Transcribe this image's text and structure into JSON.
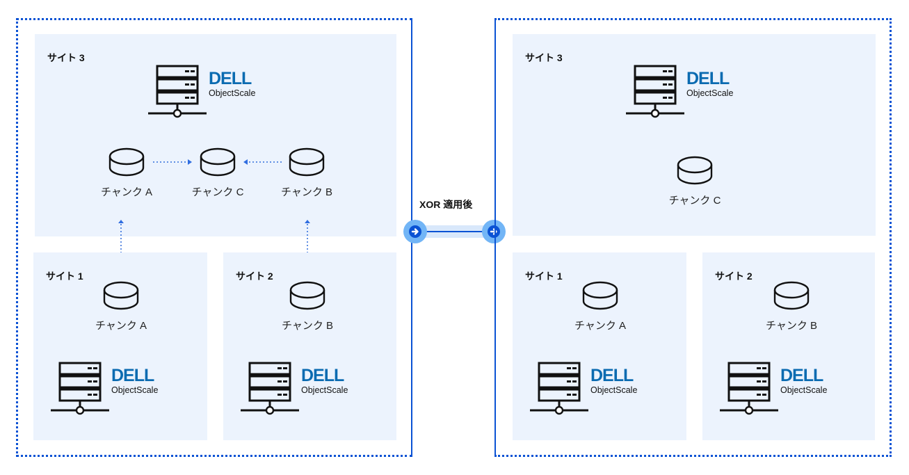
{
  "colors": {
    "frame": "#0a52d4",
    "panel": "#ecf3fd",
    "dell_blue": "#0b6bb1",
    "node_outer": "#72b5f6",
    "node_inner": "#0a52d4",
    "band": "#d9e8fb"
  },
  "transition": {
    "label": "XOR 適用後",
    "icons": [
      "arrow-right-circle-icon",
      "arrow-right-circle-icon"
    ]
  },
  "before": {
    "site3": {
      "label": "サイト 3",
      "brand": "DELL",
      "product": "ObjectScale",
      "chunks": [
        {
          "label": "チャンク A"
        },
        {
          "label": "チャンク C"
        },
        {
          "label": "チャンク B"
        }
      ]
    },
    "site1": {
      "label": "サイト 1",
      "chunk": "チャンク A",
      "brand": "DELL",
      "product": "ObjectScale"
    },
    "site2": {
      "label": "サイト 2",
      "chunk": "チャンク B",
      "brand": "DELL",
      "product": "ObjectScale"
    }
  },
  "after": {
    "site3": {
      "label": "サイト 3",
      "chunk": "チャンク C",
      "brand": "DELL",
      "product": "ObjectScale"
    },
    "site1": {
      "label": "サイト 1",
      "chunk": "チャンク A",
      "brand": "DELL",
      "product": "ObjectScale"
    },
    "site2": {
      "label": "サイト 2",
      "chunk": "チャンク B",
      "brand": "DELL",
      "product": "ObjectScale"
    }
  }
}
